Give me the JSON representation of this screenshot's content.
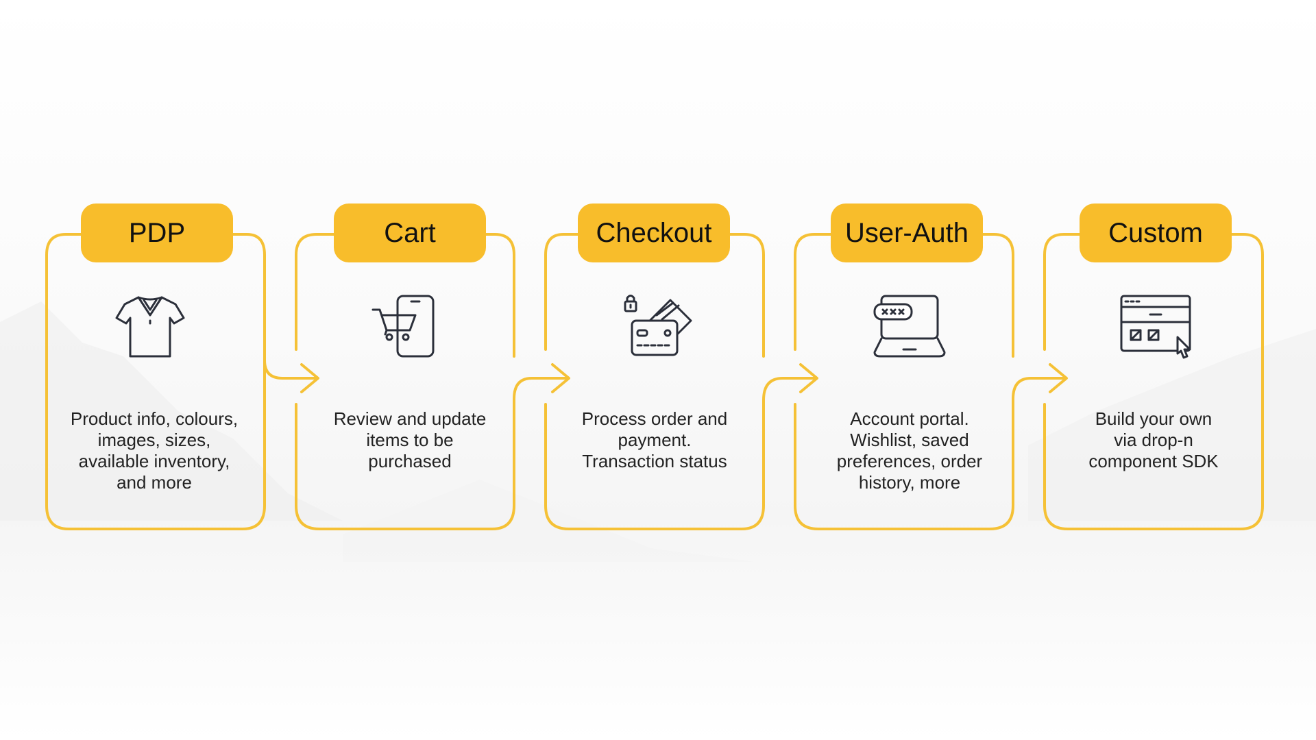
{
  "colors": {
    "accent": "#F8BD2B",
    "line": "#F5C136",
    "icon_stroke": "#2B2F3A",
    "text": "#222222"
  },
  "steps": [
    {
      "title": "PDP",
      "icon": "t-shirt-icon",
      "desc_lines": [
        "Product info, colours,",
        "images, sizes,",
        "available inventory,",
        "and more"
      ]
    },
    {
      "title": "Cart",
      "icon": "shopping-cart-phone-icon",
      "desc_lines": [
        "Review and update",
        "items to be",
        "purchased"
      ]
    },
    {
      "title": "Checkout",
      "icon": "credit-card-lock-icon",
      "desc_lines": [
        "Process order and",
        "payment.",
        "Transaction status"
      ]
    },
    {
      "title": "User-Auth",
      "icon": "laptop-password-icon",
      "desc_lines": [
        "Account portal.",
        "Wishlist, saved",
        "preferences, order",
        "history, more"
      ]
    },
    {
      "title": "Custom",
      "icon": "browser-window-cursor-icon",
      "desc_lines": [
        "Build your own",
        "via drop-n",
        "component SDK"
      ]
    }
  ]
}
